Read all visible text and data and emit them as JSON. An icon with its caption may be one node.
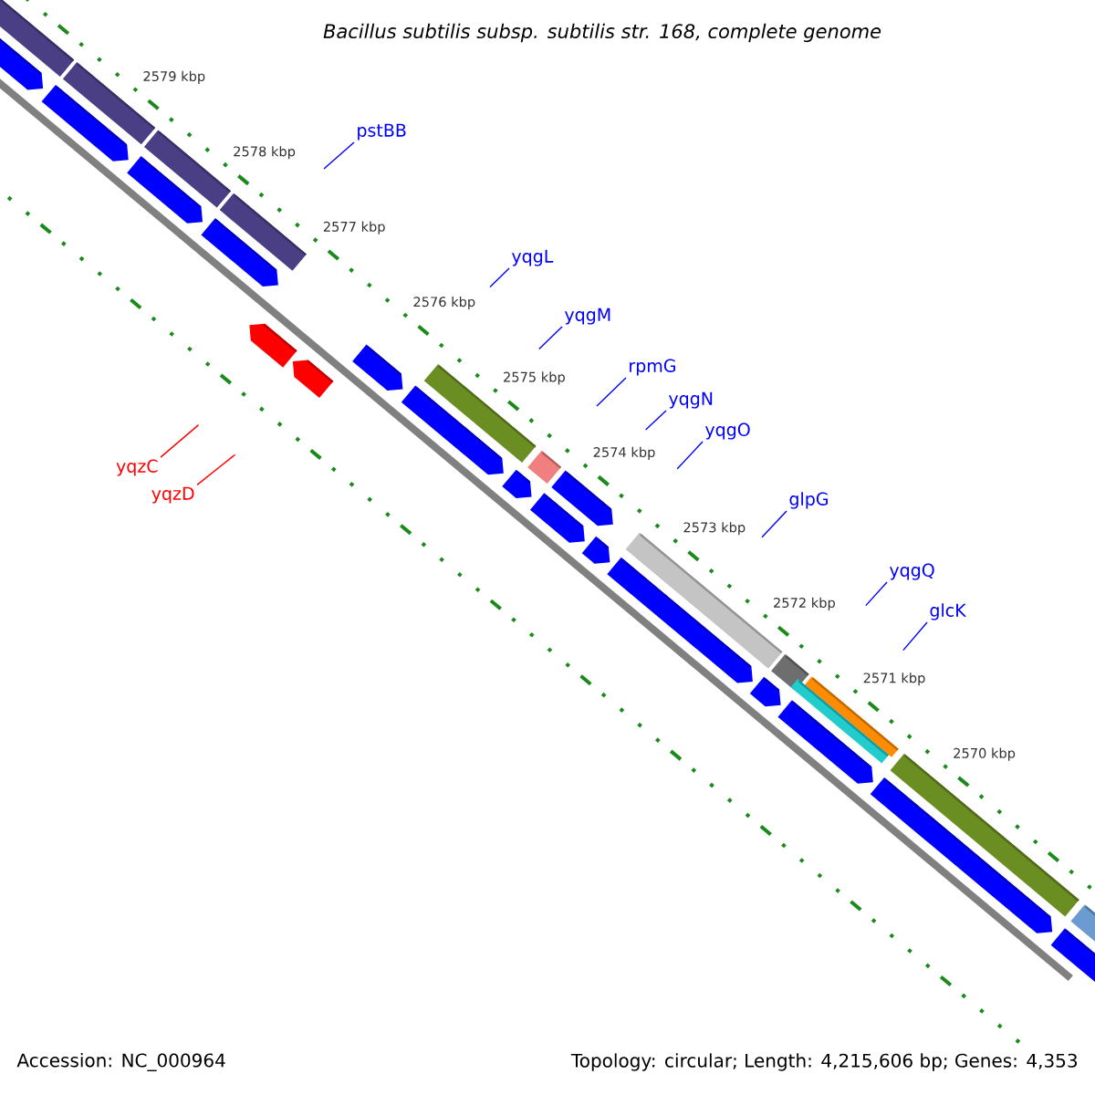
{
  "diagram": {
    "title": "Bacillus subtilis subsp. subtilis str. 168, complete genome",
    "nodes": [
      {
        "text": [
          "pstBB"
        ]
      },
      {
        "text": [
          "yqgL"
        ]
      },
      {
        "text": [
          "yqgM"
        ]
      },
      {
        "text": [
          "rpmG"
        ]
      },
      {
        "text": [
          "yqgN"
        ]
      },
      {
        "text": [
          "yqgO"
        ]
      },
      {
        "text": [
          "glpG"
        ]
      },
      {
        "text": [
          "yqgQ"
        ]
      },
      {
        "text": [
          "glcK"
        ]
      },
      {
        "text": [
          "yqzC"
        ]
      },
      {
        "text": [
          "yqzD"
        ]
      }
    ],
    "edges": [
      {
        "from": 0,
        "to": null,
        "arrow": "none"
      },
      {
        "from": 1,
        "to": null,
        "arrow": "none"
      },
      {
        "from": 2,
        "to": null,
        "arrow": "none"
      },
      {
        "from": 3,
        "to": null,
        "arrow": "none"
      },
      {
        "from": 4,
        "to": null,
        "arrow": "none"
      },
      {
        "from": 5,
        "to": null,
        "arrow": "none"
      },
      {
        "from": 6,
        "to": null,
        "arrow": "none"
      },
      {
        "from": 7,
        "to": null,
        "arrow": "none"
      },
      {
        "from": 8,
        "to": null,
        "arrow": "none"
      },
      {
        "from": 9,
        "to": null,
        "arrow": "none",
        "color": "#ff0000"
      },
      {
        "from": 10,
        "to": null,
        "arrow": "none",
        "color": "#ff0000"
      }
    ],
    "labels": [
      "2579 kbp",
      "2578 kbp",
      "2577 kbp",
      "2576 kbp",
      "2575 kbp",
      "2574 kbp",
      "2573 kbp",
      "2572 kbp",
      "2571 kbp",
      "2570 kbp",
      "Accession: NC_000964",
      "Topology: circular; Length: 4,215,606 bp; Genes: 4,353"
    ]
  }
}
